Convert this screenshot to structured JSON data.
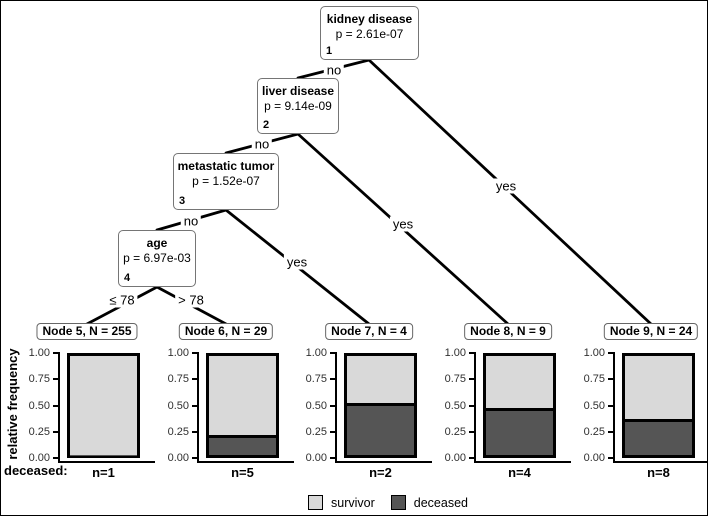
{
  "figure": {
    "ylabel": "relative frequency",
    "deceased_row_label": "deceased:"
  },
  "splits": [
    {
      "name": "kidney disease",
      "p": "p = 2.61e-07",
      "id": "1"
    },
    {
      "name": "liver disease",
      "p": "p = 9.14e-09",
      "id": "2"
    },
    {
      "name": "metastatic tumor",
      "p": "p = 1.52e-07",
      "id": "3"
    },
    {
      "name": "age",
      "p": "p = 6.97e-03",
      "id": "4"
    }
  ],
  "edge_labels": {
    "n1_no": "no",
    "n1_yes": "yes",
    "n2_no": "no",
    "n2_yes": "yes",
    "n3_no": "no",
    "n3_yes": "yes",
    "n4_left": "≤ 78",
    "n4_right": "> 78"
  },
  "terminals": [
    {
      "header": "Node 5, N = 255",
      "deceased": 0.004,
      "n_label": "n=1"
    },
    {
      "header": "Node 6, N = 29",
      "deceased": 0.172,
      "n_label": "n=5"
    },
    {
      "header": "Node 7, N = 4",
      "deceased": 0.5,
      "n_label": "n=2"
    },
    {
      "header": "Node 8, N = 9",
      "deceased": 0.444,
      "n_label": "n=4"
    },
    {
      "header": "Node 9, N = 24",
      "deceased": 0.333,
      "n_label": "n=8"
    }
  ],
  "yticks": [
    "1.00",
    "0.75",
    "0.50",
    "0.25",
    "0.00"
  ],
  "legend": {
    "survivor": "survivor",
    "deceased": "deceased"
  },
  "colors": {
    "survivor": "#d9d9d9",
    "deceased": "#555555",
    "edge": "#000000"
  },
  "chart_data": {
    "type": "bar",
    "subtype": "stacked-vertical-panels",
    "title": "",
    "ylabel": "relative frequency",
    "ylim": [
      0,
      1
    ],
    "yticks": [
      1.0,
      0.75,
      0.5,
      0.25,
      0.0
    ],
    "legend": [
      "survivor",
      "deceased"
    ],
    "legend_position": "bottom-center",
    "categories": [
      "Node 5, N = 255",
      "Node 6, N = 29",
      "Node 7, N = 4",
      "Node 8, N = 9",
      "Node 9, N = 24"
    ],
    "series": [
      {
        "name": "survivor",
        "values": [
          0.996,
          0.828,
          0.5,
          0.556,
          0.667
        ]
      },
      {
        "name": "deceased",
        "values": [
          0.004,
          0.172,
          0.5,
          0.444,
          0.333
        ]
      }
    ],
    "deceased_counts": [
      1,
      5,
      2,
      4,
      8
    ],
    "tree": {
      "splits": [
        {
          "id": 1,
          "variable": "kidney disease",
          "p_value": "2.61e-07",
          "no_child": "node 2",
          "yes_child": "Node 9"
        },
        {
          "id": 2,
          "variable": "liver disease",
          "p_value": "9.14e-09",
          "no_child": "node 3",
          "yes_child": "Node 8"
        },
        {
          "id": 3,
          "variable": "metastatic tumor",
          "p_value": "1.52e-07",
          "no_child": "node 4",
          "yes_child": "Node 7"
        },
        {
          "id": 4,
          "variable": "age",
          "p_value": "6.97e-03",
          "left_label": "≤ 78",
          "left_child": "Node 5",
          "right_label": "> 78",
          "right_child": "Node 6"
        }
      ]
    }
  }
}
